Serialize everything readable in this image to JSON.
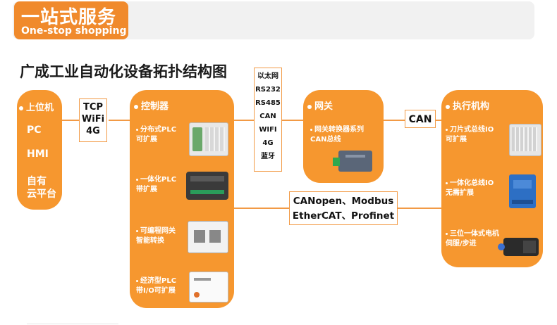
{
  "header": {
    "title": "一站式服务",
    "subtitle": "One-stop shopping"
  },
  "page_title": "广成工业自动化设备拓扑结构图",
  "upper": {
    "title": "上位机",
    "items": [
      "PC",
      "HMI",
      "自有",
      "云平台"
    ]
  },
  "protocol_box_1": [
    "TCP",
    "WiFi",
    "4G"
  ],
  "controller": {
    "title": "控制器",
    "items": [
      {
        "line1": "分布式PLC",
        "line2": "可扩展"
      },
      {
        "line1": "一体化PLC",
        "line2": "带扩展"
      },
      {
        "line1": "可编程网关",
        "line2": "智能转换"
      },
      {
        "line1": "经济型PLC",
        "line2": "带I/O可扩展"
      }
    ]
  },
  "vertical_box": [
    "以太网",
    "RS232",
    "RS485",
    "CAN",
    "WIFI",
    "4G",
    "蓝牙"
  ],
  "gateway": {
    "title": "网关",
    "line1": "网关转换器系列",
    "line2": "CAN总线"
  },
  "can_box": "CAN",
  "bus_box": [
    "CANopen、Modbus",
    "EtherCAT、Profinet"
  ],
  "actuator": {
    "title": "执行机构",
    "items": [
      {
        "line1": "刀片式总线IO",
        "line2": "可扩展"
      },
      {
        "line1": "一体化总线IO",
        "line2": "无需扩展"
      },
      {
        "line1": "三位一体式电机",
        "line2": "伺服/步进"
      }
    ]
  },
  "colors": {
    "accent": "#f6972f",
    "header_tag": "#f08a2c",
    "line": "#f29a45"
  }
}
